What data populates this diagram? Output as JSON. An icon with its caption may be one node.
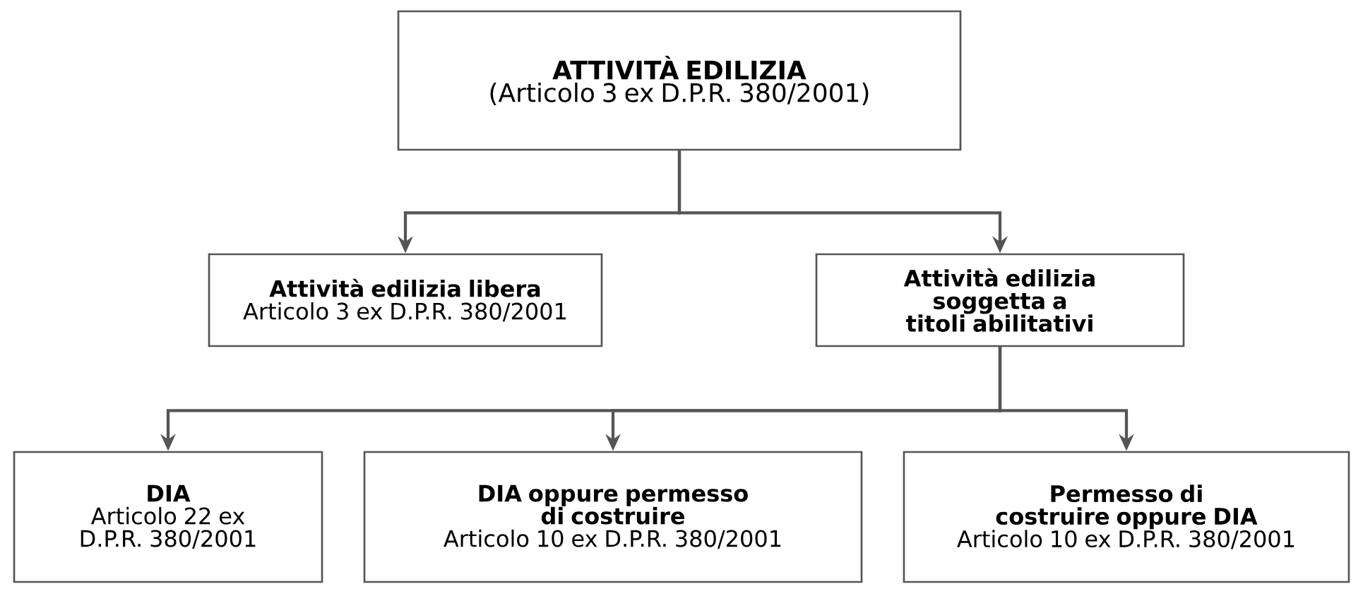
{
  "diagram": {
    "nodes": [
      {
        "text": [
          "ATTIVITÀ EDILIZIA",
          "(Articolo 3 ex D.P.R. 380/2001)"
        ]
      },
      {
        "text": [
          "Attività edilizia libera",
          "Articolo 3 ex D.P.R. 380/2001"
        ]
      },
      {
        "text": [
          "Attività edilizia soggetta a titoli abilitativi"
        ]
      },
      {
        "text": [
          "DIA",
          "Articolo 22 ex D.P.R. 380/2001"
        ]
      },
      {
        "text": [
          "DIA oppure permesso di costruire",
          "Articolo 10 ex D.P.R. 380/2001"
        ]
      },
      {
        "text": [
          "Permesso di costruire oppure DIA",
          "Articolo 10 ex D.P.R. 380/2001"
        ]
      }
    ],
    "edges": [
      {
        "from": 0,
        "to": 1,
        "arrow": "to"
      },
      {
        "from": 0,
        "to": 2,
        "arrow": "to"
      },
      {
        "from": 2,
        "to": 3,
        "arrow": "to"
      },
      {
        "from": 2,
        "to": 4,
        "arrow": "to"
      },
      {
        "from": 2,
        "to": 5,
        "arrow": "to"
      }
    ]
  }
}
